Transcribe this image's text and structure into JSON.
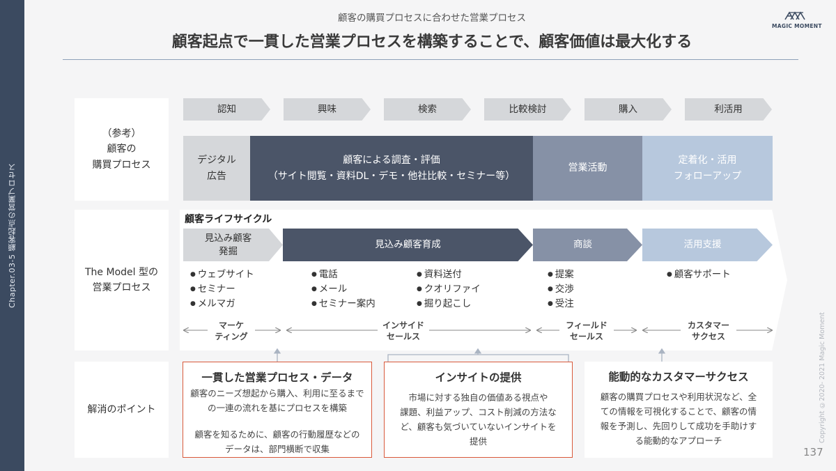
{
  "chapter": "Chapter.03-5 顧客起点の営業プロセス",
  "header": {
    "subtitle": "顧客の購買プロセスに合わせた営業プロセス",
    "title": "顧客起点で一貫した営業プロセスを構築することで、顧客価値は最大化する",
    "logo": "MAGIC MOMENT"
  },
  "row1": {
    "label": [
      "（参考）",
      "顧客の",
      "購買プロセス"
    ],
    "stages": [
      "認知",
      "興味",
      "検索",
      "比較検討",
      "購入",
      "利活用"
    ],
    "blocks": [
      {
        "lines": [
          "デジタル",
          "広告"
        ]
      },
      {
        "lines": [
          "顧客による調査・評価",
          "（サイト閲覧・資料DL・デモ・他社比較・セミナー等）"
        ]
      },
      {
        "lines": [
          "営業活動"
        ]
      },
      {
        "lines": [
          "定着化・活用",
          "フォローアップ"
        ]
      }
    ]
  },
  "row2": {
    "label": [
      "The Model 型の",
      "営業プロセス"
    ],
    "lifecycle_title": "顧客ライフサイクル",
    "phases": [
      {
        "lines": [
          "見込み顧客",
          "発掘"
        ]
      },
      {
        "lines": [
          "見込み顧客育成"
        ]
      },
      {
        "lines": [
          "商談"
        ]
      },
      {
        "lines": [
          "活用支援"
        ]
      }
    ],
    "bullet_groups": [
      [
        "ウェブサイト",
        "セミナー",
        "メルマガ"
      ],
      [
        "電話",
        "メール",
        "セミナー案内"
      ],
      [
        "資料送付",
        "クオリファイ",
        "掘り起こし"
      ],
      [
        "提案",
        "交渉",
        "受注"
      ],
      [
        "顧客サポート"
      ]
    ],
    "roles": [
      [
        "マーケ",
        "ティング"
      ],
      [
        "インサイド",
        "セールス"
      ],
      [
        "フィールド",
        "セールス"
      ],
      [
        "カスタマー",
        "サクセス"
      ]
    ]
  },
  "row3": {
    "label": "解消のポイント",
    "boxes": [
      {
        "title": "一貫した営業プロセス・データ",
        "lines": [
          "顧客のニーズ想起から購入、利用に至るまで",
          "の一連の流れを基にプロセスを構築",
          "",
          "顧客を知るために、顧客の行動履歴などの",
          "データは、部門横断で収集"
        ]
      },
      {
        "title": "インサイトの提供",
        "lines": [
          "市場に対する独自の価値ある視点や",
          "課題、利益アップ、コスト削減の方法な",
          "ど、顧客も気づいていないインサイトを",
          "提供"
        ]
      },
      {
        "title": "能動的なカスタマーサクセス",
        "lines": [
          "顧客の購買プロセスや利用状況など、全",
          "ての情報を可視化することで、顧客の情",
          "報を予測し、先回りして成功を手助けす",
          "る能動的なアプローチ"
        ]
      }
    ]
  },
  "footer": {
    "copyright": "Copyright ©2020- 2021 Magic Moment",
    "page": "137"
  },
  "colors": {
    "sidebar": "#3b4a60",
    "dark_block": "#4b5568",
    "mid_block": "#8691a6",
    "light_block": "#b7c8dd",
    "highlight_border": "#d9593b"
  }
}
